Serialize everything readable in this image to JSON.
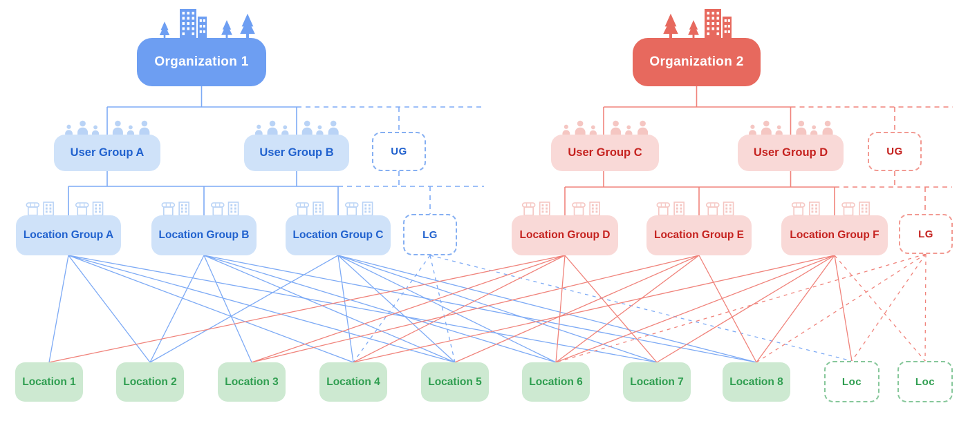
{
  "diagram": {
    "title": "Organization structure diagram",
    "nodes": {
      "org1": "Organization 1",
      "org2": "Organization 2",
      "ugA": "User Group A",
      "ugB": "User Group B",
      "ugC": "User Group C",
      "ugD": "User Group D",
      "ugPB": "UG",
      "ugPR": "UG",
      "lgA": "Location Group A",
      "lgB": "Location Group B",
      "lgC": "Location Group C",
      "lgD": "Location Group D",
      "lgE": "Location Group E",
      "lgF": "Location Group F",
      "lgPB": "LG",
      "lgPR": "LG",
      "loc1": "Location 1",
      "loc2": "Location 2",
      "loc3": "Location 3",
      "loc4": "Location 4",
      "loc5": "Location 5",
      "loc6": "Location 6",
      "loc7": "Location 7",
      "loc8": "Location 8",
      "locD1": "Loc",
      "locD2": "Loc"
    },
    "colors": {
      "org_blue": "#6d9ef2",
      "org_red": "#e7695e",
      "box_blue": "#cfe2f9",
      "box_red": "#f9d9d7",
      "text_blue": "#2061ce",
      "text_red": "#c5221f",
      "line_blue": "#7daaf5",
      "line_red": "#f0837b",
      "dash_border_blue": "#85aff2",
      "dash_border_red": "#f29a92",
      "box_green": "#cde9d1",
      "text_green": "#2f9e50",
      "dash_border_green": "#86c79a",
      "icon_blue": "#b9d3f6",
      "icon_red": "#f5c6c2"
    },
    "hierarchy": {
      "org1": {
        "user_groups": [
          "ugA",
          "ugB",
          "ugPB"
        ],
        "location_groups": [
          "lgA",
          "lgB",
          "lgC",
          "lgPB"
        ]
      },
      "org2": {
        "user_groups": [
          "ugC",
          "ugD",
          "ugPR"
        ],
        "location_groups": [
          "lgD",
          "lgE",
          "lgF",
          "lgPR"
        ]
      }
    },
    "edges": {
      "blue_solid": [
        [
          "lgA",
          "loc1"
        ],
        [
          "lgA",
          "loc2"
        ],
        [
          "lgA",
          "loc4"
        ],
        [
          "lgA",
          "loc5"
        ],
        [
          "lgA",
          "loc7"
        ],
        [
          "lgB",
          "loc2"
        ],
        [
          "lgB",
          "loc3"
        ],
        [
          "lgB",
          "loc5"
        ],
        [
          "lgB",
          "loc6"
        ],
        [
          "lgB",
          "loc8"
        ],
        [
          "lgC",
          "loc2"
        ],
        [
          "lgC",
          "loc4"
        ],
        [
          "lgC",
          "loc5"
        ],
        [
          "lgC",
          "loc6"
        ],
        [
          "lgC",
          "loc7"
        ],
        [
          "lgC",
          "loc8"
        ]
      ],
      "blue_dashed": [
        [
          "lgPB",
          "loc4"
        ],
        [
          "lgPB",
          "loc5"
        ],
        [
          "lgPB",
          "locD1"
        ]
      ],
      "red_solid": [
        [
          "lgD",
          "loc1"
        ],
        [
          "lgD",
          "loc3"
        ],
        [
          "lgD",
          "loc4"
        ],
        [
          "lgD",
          "loc6"
        ],
        [
          "lgD",
          "loc7"
        ],
        [
          "lgE",
          "loc3"
        ],
        [
          "lgE",
          "loc5"
        ],
        [
          "lgE",
          "loc6"
        ],
        [
          "lgE",
          "loc8"
        ],
        [
          "lgF",
          "loc4"
        ],
        [
          "lgF",
          "loc6"
        ],
        [
          "lgF",
          "loc7"
        ],
        [
          "lgF",
          "loc8"
        ],
        [
          "lgF",
          "locD1"
        ]
      ],
      "red_dashed": [
        [
          "lgPR",
          "loc6"
        ],
        [
          "lgPR",
          "loc8"
        ],
        [
          "lgPR",
          "locD1"
        ],
        [
          "lgPR",
          "locD2"
        ],
        [
          "lgF",
          "locD2"
        ]
      ]
    }
  }
}
